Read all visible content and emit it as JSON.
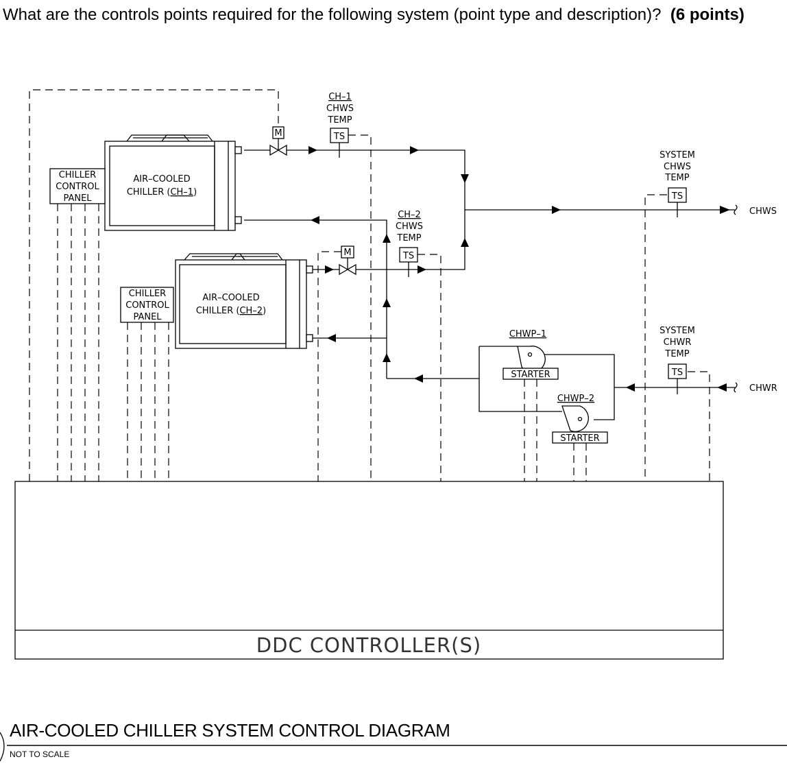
{
  "question": {
    "text": "What are the controls points required for the following system (point type and description)?",
    "points": "(6 points)"
  },
  "diagram": {
    "title": "AIR-COOLED CHILLER SYSTEM CONTROL DIAGRAM",
    "scale_note": "NOT TO SCALE",
    "ddc_label": "DDC CONTROLLER(S)",
    "chiller_1": {
      "panel_lines": [
        "CHILLER",
        "CONTROL",
        "PANEL"
      ],
      "name_line1": "AIR–COOLED",
      "name_line2_prefix": "CHILLER (",
      "tag": "CH–1",
      "name_line2_suffix": ")"
    },
    "chiller_2": {
      "panel_lines": [
        "CHILLER",
        "CONTROL",
        "PANEL"
      ],
      "name_line1": "AIR–COOLED",
      "name_line2_prefix": "CHILLER (",
      "tag": "CH–2",
      "name_line2_suffix": ")"
    },
    "ch1_sensor": {
      "tag": "CH–1",
      "line2": "CHWS",
      "line3": "TEMP",
      "symbol": "TS"
    },
    "ch2_sensor": {
      "tag": "CH–2",
      "line2": "CHWS",
      "line3": "TEMP",
      "symbol": "TS"
    },
    "sys_chws_sensor": {
      "line1": "SYSTEM",
      "line2": "CHWS",
      "line3": "TEMP",
      "symbol": "TS"
    },
    "sys_chwr_sensor": {
      "line1": "SYSTEM",
      "line2": "CHWR",
      "line3": "TEMP",
      "symbol": "TS"
    },
    "valve_symbol": "M",
    "pump_1": {
      "tag": "CHWP–1",
      "starter": "STARTER"
    },
    "pump_2": {
      "tag": "CHWP–2",
      "starter": "STARTER"
    },
    "chws_label": "CHWS",
    "chwr_label": "CHWR"
  }
}
